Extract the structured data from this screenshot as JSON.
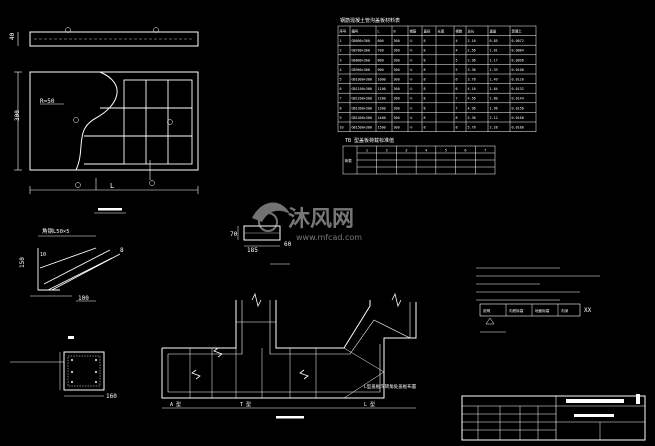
{
  "plan": {
    "thickness_dim": "40",
    "height_dim": "300",
    "length_dim": "L",
    "radius_label": "R=50",
    "marks": [
      "①",
      "②",
      "③",
      "④"
    ]
  },
  "table1": {
    "title": "钢筋混凝土管沟盖板材料表",
    "headers": [
      "序号",
      "编号",
      "L",
      "B",
      "钢筋",
      "直径",
      "长度",
      "根数",
      "总长",
      "重量",
      "混凝土"
    ],
    "rows": [
      [
        "1",
        "GB600×300",
        "600",
        "300",
        "①",
        "8",
        "",
        "4",
        "2.16",
        "0.85",
        "0.0072"
      ],
      [
        "2",
        "GB700×300",
        "700",
        "300",
        "①",
        "8",
        "",
        "4",
        "2.56",
        "1.01",
        "0.0084"
      ],
      [
        "3",
        "GB800×300",
        "800",
        "300",
        "①",
        "8",
        "",
        "5",
        "2.96",
        "1.17",
        "0.0096"
      ],
      [
        "4",
        "GB900×300",
        "900",
        "300",
        "①",
        "8",
        "",
        "5",
        "3.36",
        "1.33",
        "0.0108"
      ],
      [
        "5",
        "GB1000×300",
        "1000",
        "300",
        "①",
        "8",
        "",
        "6",
        "3.76",
        "1.49",
        "0.0120"
      ],
      [
        "6",
        "GB1100×300",
        "1100",
        "300",
        "①",
        "8",
        "",
        "6",
        "4.16",
        "1.64",
        "0.0132"
      ],
      [
        "7",
        "GB1200×300",
        "1200",
        "300",
        "①",
        "8",
        "",
        "7",
        "4.56",
        "1.80",
        "0.0144"
      ],
      [
        "8",
        "GB1300×300",
        "1300",
        "300",
        "①",
        "8",
        "",
        "7",
        "4.96",
        "1.96",
        "0.0156"
      ],
      [
        "9",
        "GB1400×300",
        "1400",
        "300",
        "①",
        "8",
        "",
        "8",
        "5.36",
        "2.12",
        "0.0168"
      ],
      [
        "10",
        "GB1500×300",
        "1500",
        "300",
        "①",
        "8",
        "",
        "8",
        "5.76",
        "2.28",
        "0.0180"
      ]
    ]
  },
  "table2": {
    "title": "TB 型盖板荷载标准值",
    "row_label": "荷载",
    "cols": [
      "1",
      "2",
      "3",
      "4",
      "5",
      "6",
      "7"
    ]
  },
  "details": {
    "rebar_label": "角钢L50×5",
    "dim_150": "150",
    "dim_10": "10",
    "dim_100": "100",
    "dim_8": "8",
    "dim_70": "70",
    "dim_185": "185",
    "dim_60": "60",
    "dim_160": "160"
  },
  "layout_labels": {
    "label_a": "A 型",
    "label_t": "T 型",
    "label_l": "L 型",
    "trench_note": "L型盖板沟转角处盖板布置"
  },
  "notes": {
    "xx_label": "XX",
    "cell_labels": [
      "说明",
      "沟底标高",
      "地面标高",
      "沟深"
    ]
  },
  "watermark": {
    "brand": "沐风网",
    "url": "www.mfcad.com"
  }
}
